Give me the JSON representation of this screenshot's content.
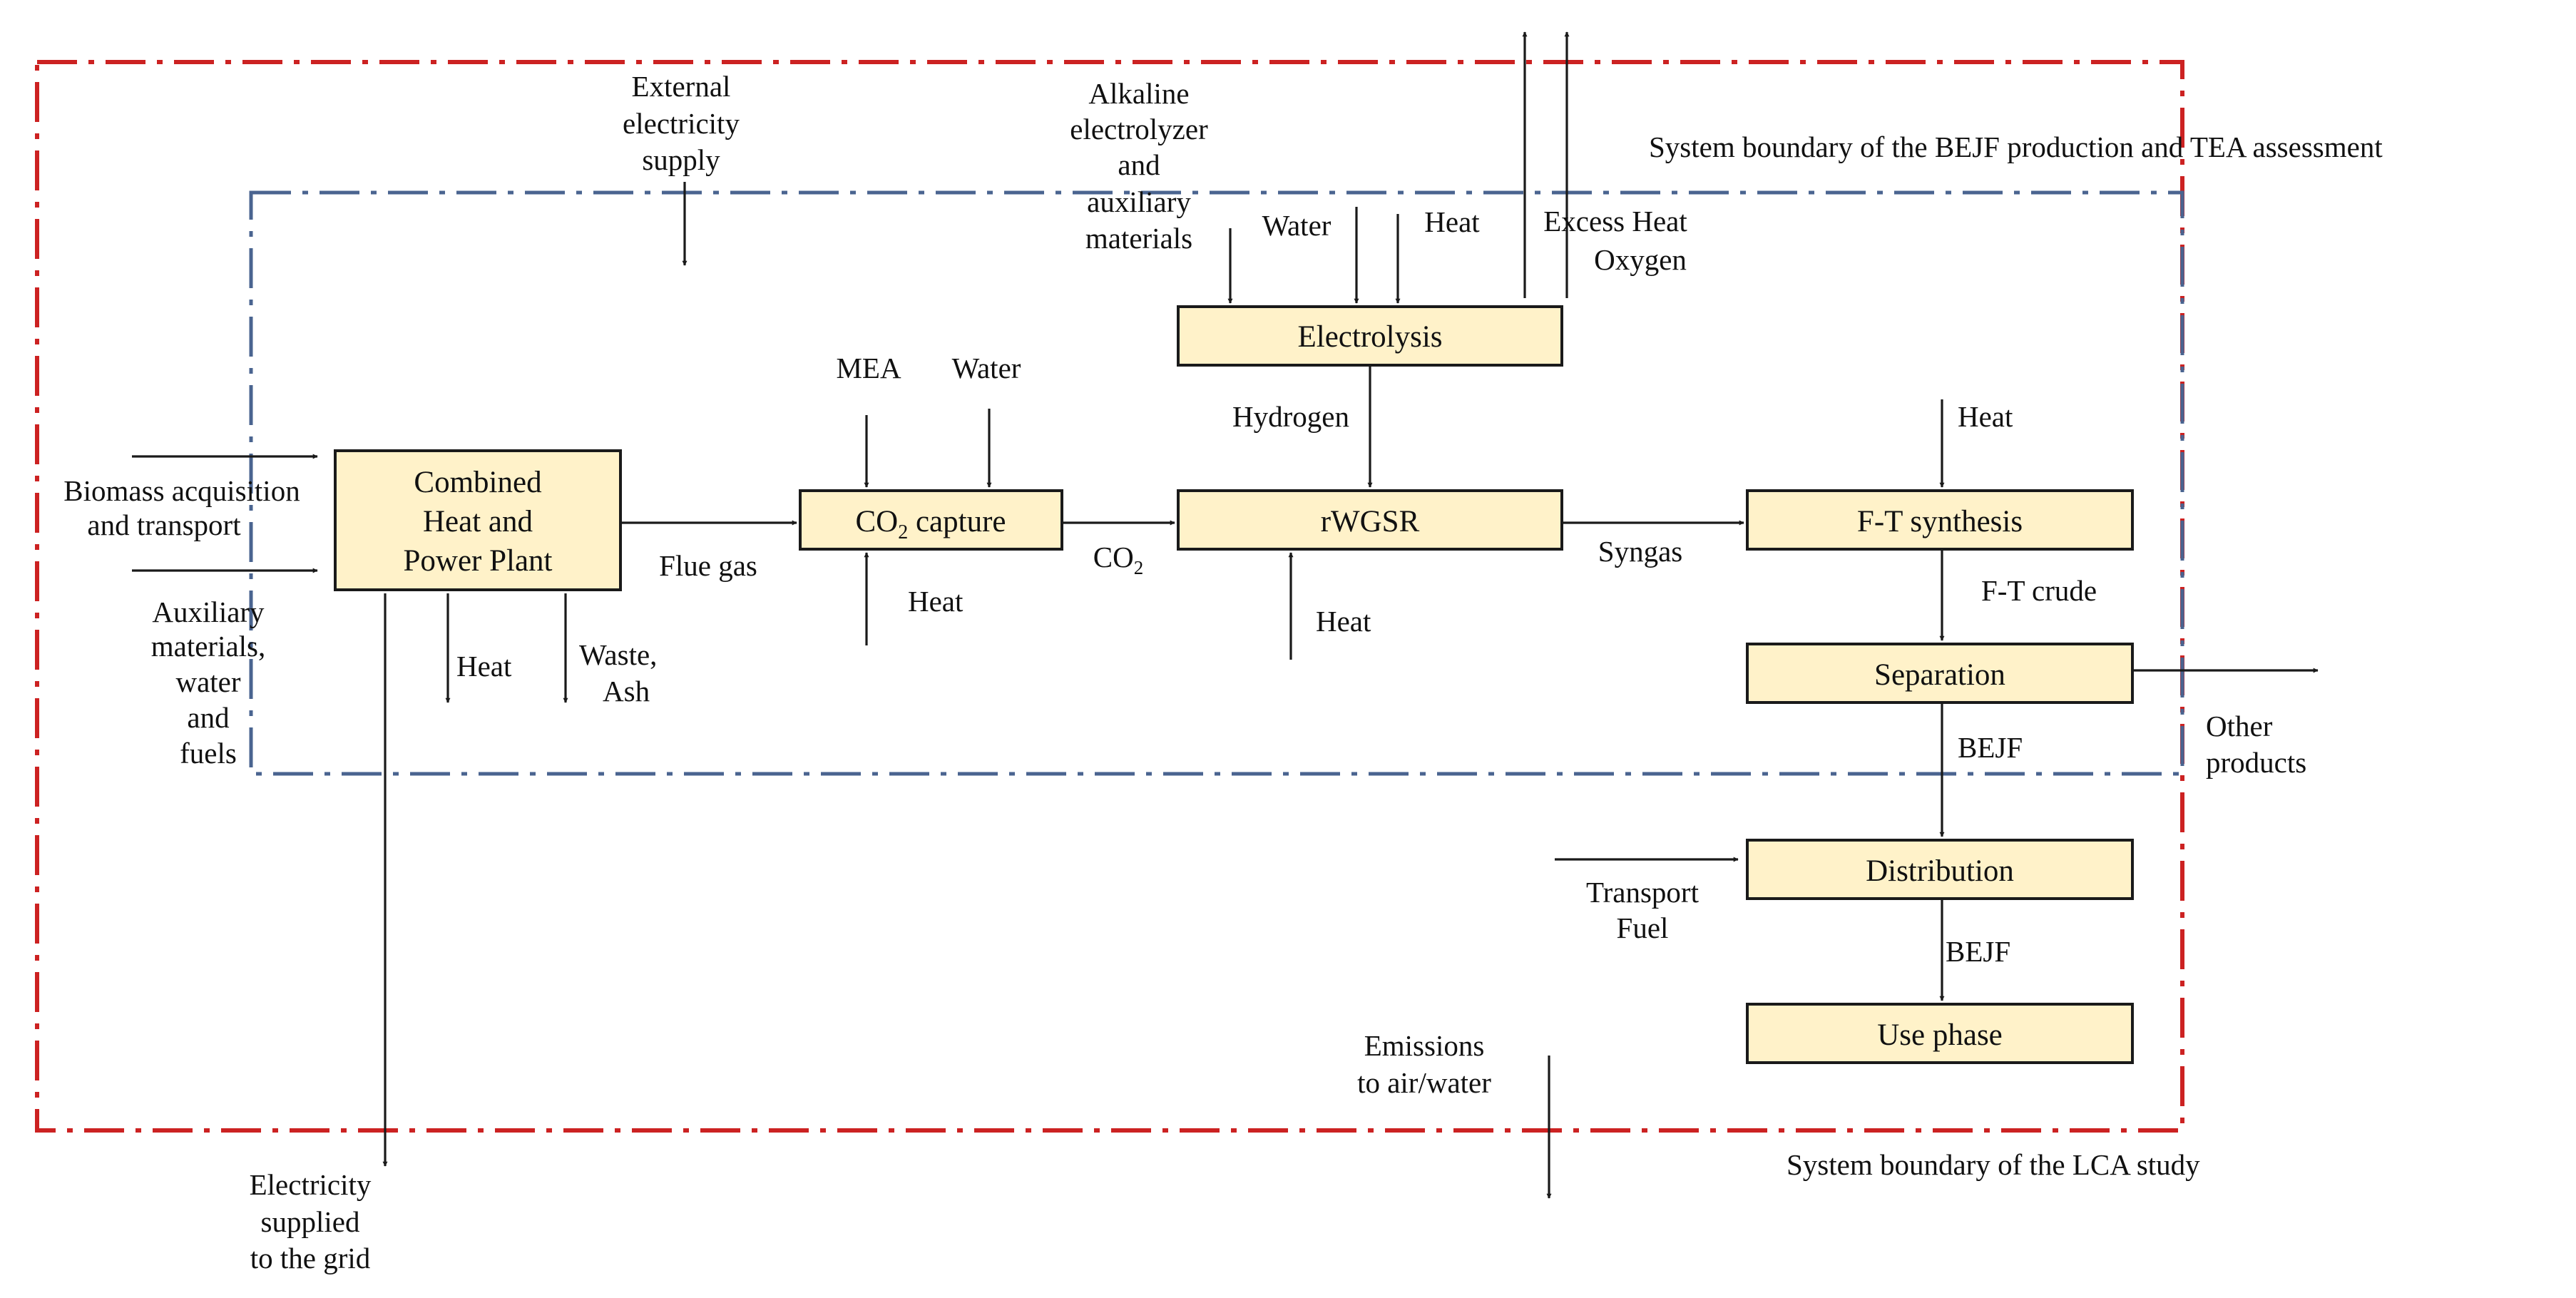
{
  "colors": {
    "box_fill": "#fff2c9",
    "box_stroke": "#1a1a1a",
    "lca_boundary": "#cc2222",
    "tea_boundary": "#4a6490",
    "arrow": "#1a1a1a"
  },
  "boundaries": {
    "lca": "System boundary of the LCA study",
    "tea": "System boundary of the BEJF production and TEA assessment"
  },
  "processes": {
    "chp": [
      "Combined",
      "Heat and",
      "Power Plant"
    ],
    "co2_capture": {
      "prefix": "CO",
      "sub": "2",
      "suffix": " capture"
    },
    "electrolysis": "Electrolysis",
    "rwgsr": "rWGSR",
    "ft_synthesis": "F-T synthesis",
    "separation": "Separation",
    "distribution": "Distribution",
    "use_phase": "Use phase"
  },
  "flows": {
    "biomass": [
      "Biomass acquisition",
      "and transport"
    ],
    "auxiliary": [
      "Auxiliary",
      "materials,",
      "water",
      "and",
      "fuels"
    ],
    "external_electricity": [
      "External",
      "electricity",
      "supply"
    ],
    "flue_gas": "Flue gas",
    "chp_heat": "Heat",
    "waste_ash": [
      "Waste,",
      "Ash"
    ],
    "electricity_grid": [
      "Electricity",
      "supplied",
      "to the grid"
    ],
    "mea": "MEA",
    "capture_water": "Water",
    "capture_heat": "Heat",
    "co2": {
      "prefix": "CO",
      "sub": "2"
    },
    "alkaline": [
      "Alkaline",
      "electrolyzer",
      "and",
      "auxiliary",
      "materials"
    ],
    "electrolysis_water": "Water",
    "electrolysis_heat": "Heat",
    "excess_heat": "Excess Heat",
    "oxygen": "Oxygen",
    "hydrogen": "Hydrogen",
    "rwgsr_heat": "Heat",
    "syngas": "Syngas",
    "ft_heat": "Heat",
    "ft_crude": "F-T crude",
    "other_products": [
      "Other",
      "products"
    ],
    "bejf_1": "BEJF",
    "transport_fuel": [
      "Transport",
      "Fuel"
    ],
    "bejf_2": "BEJF",
    "emissions": [
      "Emissions",
      "to air/water"
    ]
  }
}
